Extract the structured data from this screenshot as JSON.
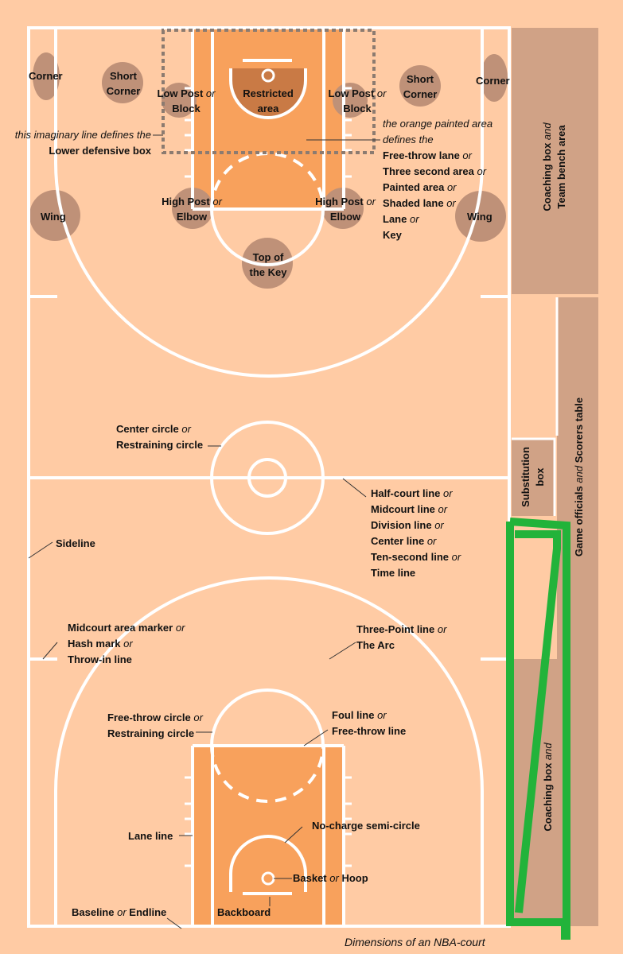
{
  "colors": {
    "background": "#FFCBA4",
    "painted_area": "#F8A15C",
    "restricted_area": "#C97A45",
    "court_lines": "#FFFFFF",
    "position_marker": "#BF9178",
    "bench_area": "#D0A286",
    "highlight": "#22B33A",
    "imaginary_line": "#8C7B70"
  },
  "positions": {
    "corner_left": "Corner",
    "short_corner_left_1": "Short",
    "short_corner_left_2": "Corner",
    "low_post_left_1": "Low Post",
    "low_post_left_or": "or",
    "low_post_left_2": "Block",
    "restricted_1": "Restricted",
    "restricted_2": "area",
    "low_post_right_1": "Low Post",
    "low_post_right_or": "or",
    "low_post_right_2": "Block",
    "short_corner_right_1": "Short",
    "short_corner_right_2": "Corner",
    "corner_right": "Corner",
    "wing_left": "Wing",
    "wing_right": "Wing",
    "high_post_left_1": "High Post",
    "high_post_left_or": "or",
    "high_post_left_2": "Elbow",
    "high_post_right_1": "High Post",
    "high_post_right_or": "or",
    "high_post_right_2": "Elbow",
    "top_key_1": "Top of",
    "top_key_2": "the Key"
  },
  "annotations": {
    "imaginary_line_note": "this imaginary line defines the",
    "lower_defensive_box": "Lower defensive box",
    "painted_note_1": "the orange painted area",
    "painted_note_2": "defines the",
    "painted_1": "Free-throw lane",
    "painted_2": "Three second area",
    "painted_3": "Painted area",
    "painted_4": "Shaded lane",
    "painted_5": "Lane",
    "painted_6": "Key",
    "or_word": "or",
    "center_circle": "Center circle",
    "restraining_circle": "Restraining circle",
    "half_court_1": "Half-court line",
    "half_court_2": "Midcourt line",
    "half_court_3": "Division line",
    "half_court_4": "Center line",
    "half_court_5": "Ten-second line",
    "half_court_6": "Time line",
    "sideline": "Sideline",
    "midcourt_marker": "Midcourt area marker",
    "hash_mark": "Hash mark",
    "throw_in_line": "Throw-in line",
    "three_point_line": "Three-Point line",
    "the_arc": "The Arc",
    "free_throw_circle": "Free-throw circle",
    "foul_line": "Foul line",
    "free_throw_line": "Free-throw line",
    "lane_line": "Lane line",
    "no_charge": "No-charge semi-circle",
    "basket": "Basket",
    "hoop": "Hoop",
    "backboard": "Backboard",
    "baseline": "Baseline",
    "endline": "Endline"
  },
  "side": {
    "coaching_top_1": "Coaching box",
    "and_word": "and",
    "coaching_top_2": "Team bench area",
    "substitution_1": "Substitution",
    "substitution_2": "box",
    "officials_1": "Game officials",
    "officials_2": "Scorers table",
    "coaching_bottom_1": "Coaching box"
  },
  "caption": "Dimensions of an NBA-court"
}
